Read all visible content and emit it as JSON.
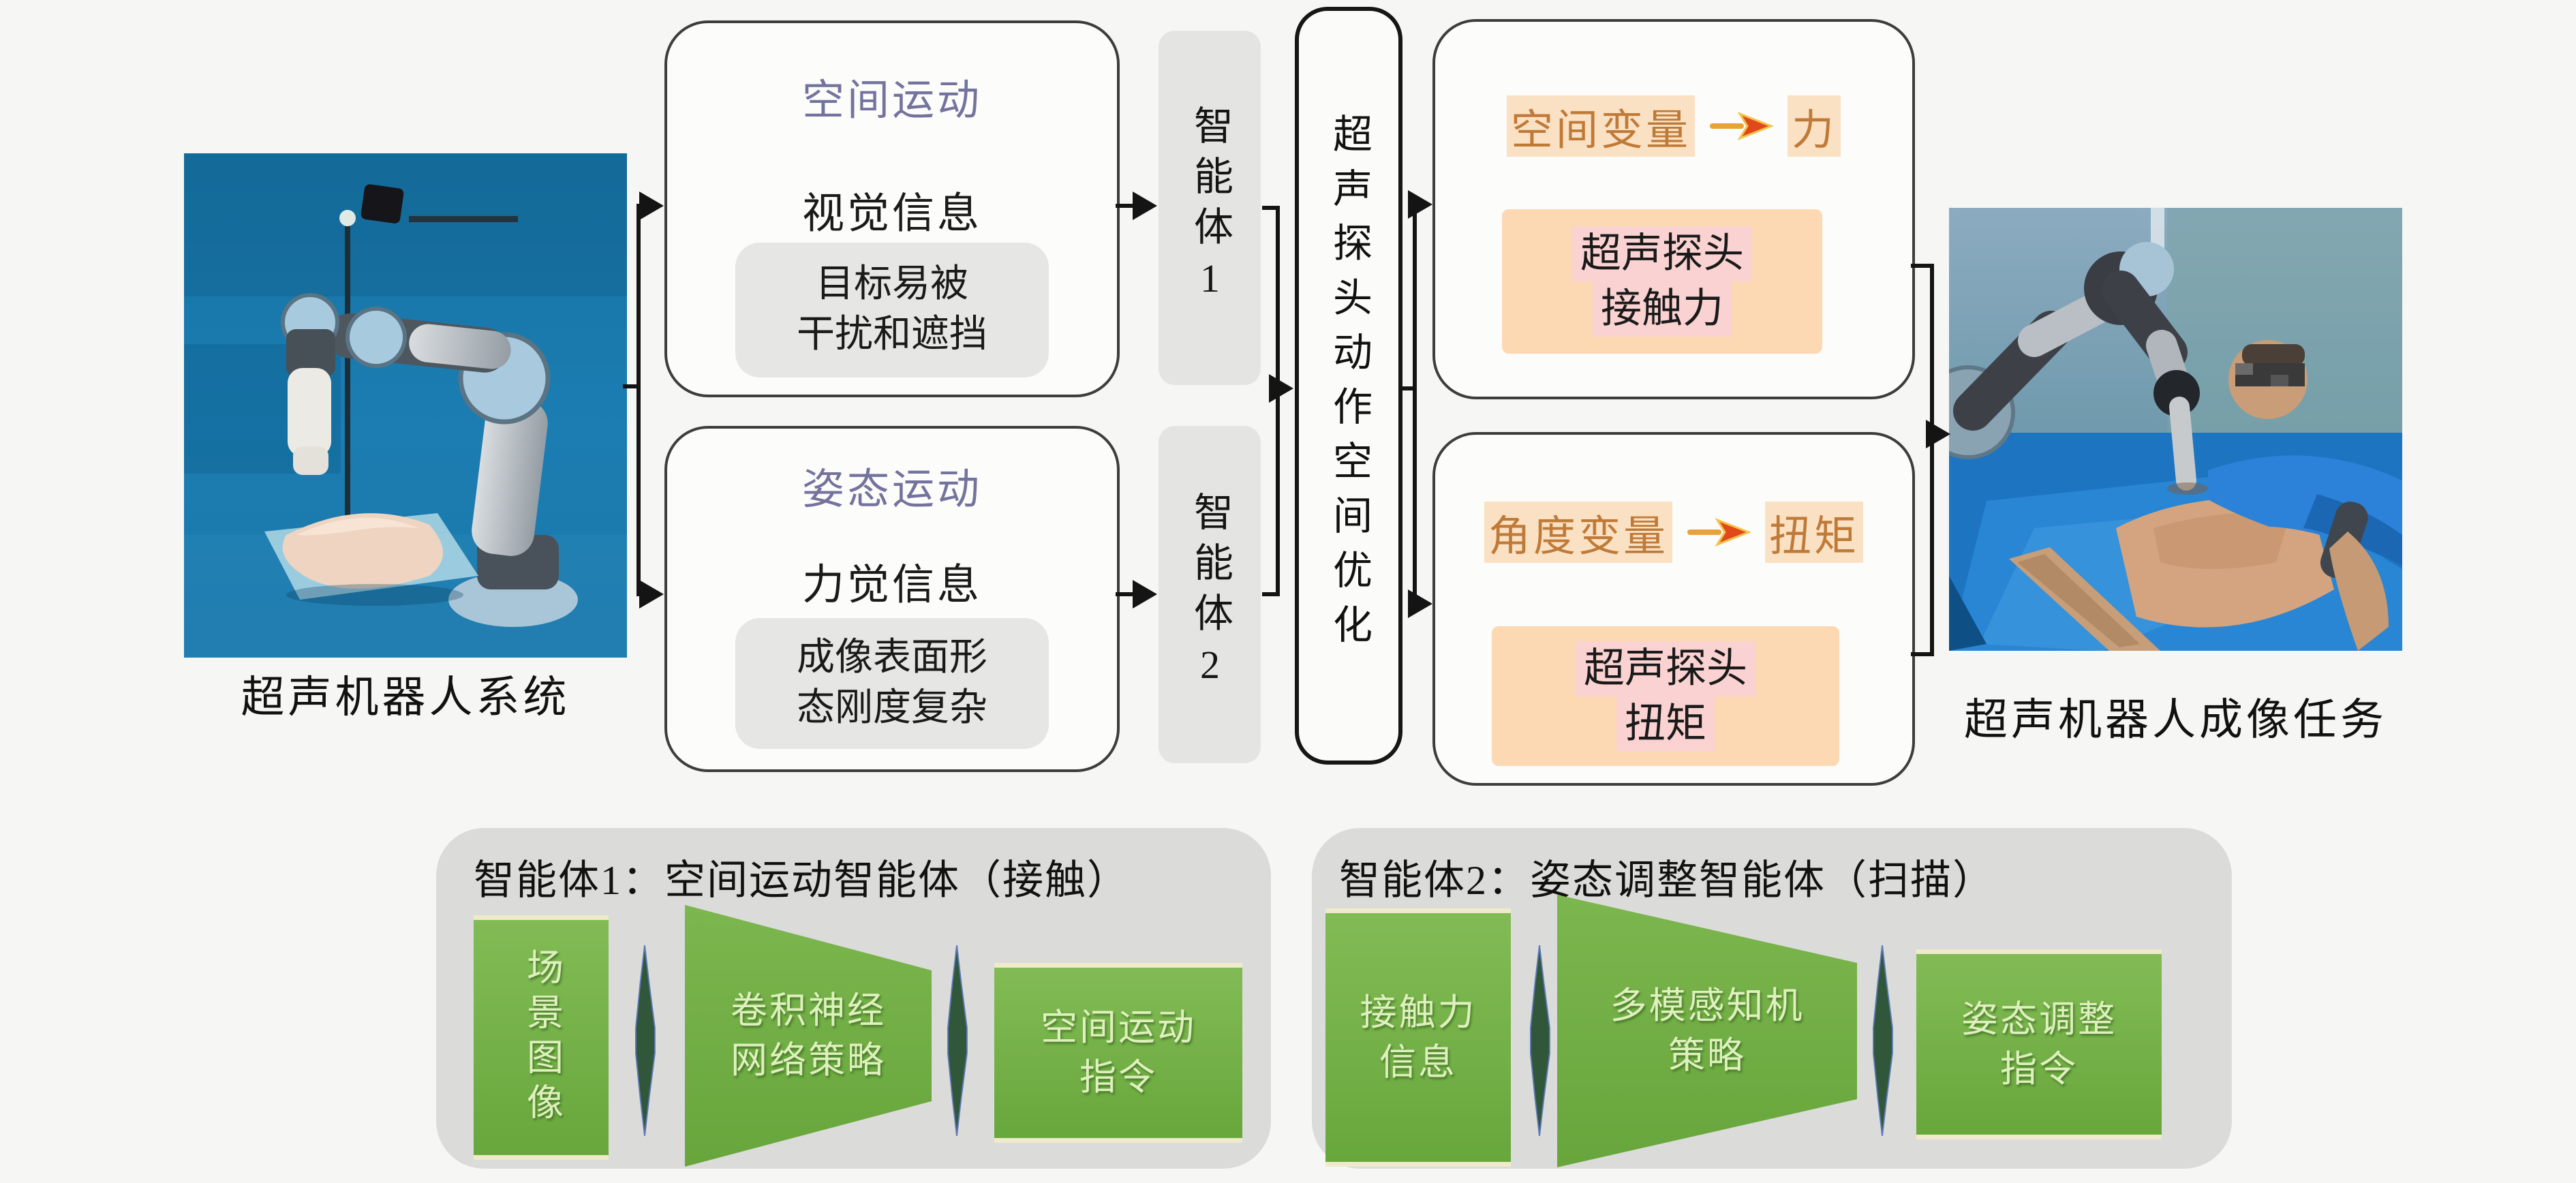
{
  "system_photo": {
    "caption": "超声机器人系统"
  },
  "task_photo": {
    "caption": "超声机器人成像任务"
  },
  "spatial_box": {
    "title": "空间运动",
    "info": "视觉信息",
    "note": [
      "目标易被",
      "干扰和遮挡"
    ]
  },
  "posture_box": {
    "title": "姿态运动",
    "info": "力觉信息",
    "note": [
      "成像表面形",
      "态刚度复杂"
    ]
  },
  "agent1_node": {
    "label": "智能体1"
  },
  "agent2_node": {
    "label": "智能体2"
  },
  "optimize_box": {
    "label": "超声探头动作空间优化"
  },
  "force_box": {
    "title_from": "空间变量",
    "title_to": "力",
    "body": [
      "超声探头",
      "接触力"
    ]
  },
  "torque_box": {
    "title_from": "角度变量",
    "title_to": "扭矩",
    "body": [
      "超声探头",
      "扭矩"
    ]
  },
  "agent1_panel": {
    "title": "智能体1：空间运动智能体（接触）",
    "input": "场景图像",
    "policy": [
      "卷积神经",
      "网络策略"
    ],
    "output": [
      "空间运动",
      "指令"
    ]
  },
  "agent2_panel": {
    "title": "智能体2：姿态调整智能体（扫描）",
    "input": [
      "接触力",
      "信息"
    ],
    "policy": [
      "多模感知机",
      "策略"
    ],
    "output": [
      "姿态调整",
      "指令"
    ]
  },
  "colors": {
    "background": "#f6f6f4",
    "box_border": "#3d3d3d",
    "title_purple": "#73739e",
    "title_orange": "#c07a38",
    "mapping_arrow": "#e2491a",
    "peach_fill": "#fcd9b3",
    "pink_highlight": "#f9cfd8",
    "gray_node": "#e4e4e2",
    "panel_gray": "#dbdbd9",
    "green_fill": "#6fae43",
    "green_text": "#def0bd",
    "dark_green_arrow": "#30573a",
    "connector_black": "#141414",
    "photo_blue": "#1b7db2"
  }
}
